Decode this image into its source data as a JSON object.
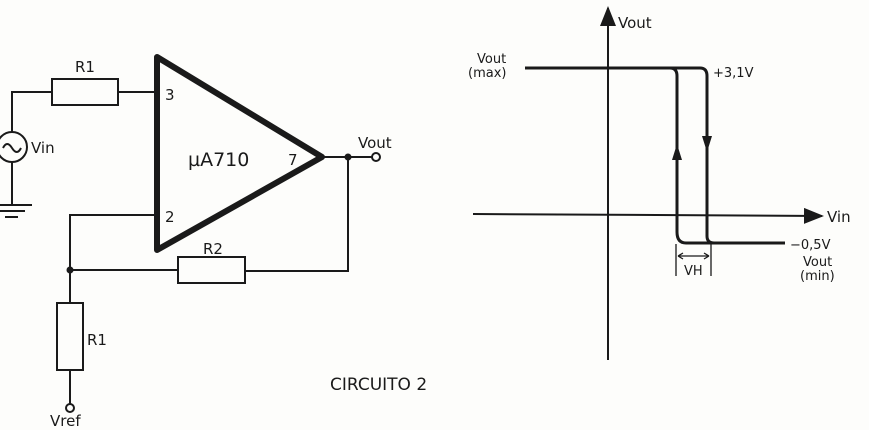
{
  "circuit": {
    "title": "CIRCUITO 2",
    "opamp": "µA710",
    "pin_noninv": "3",
    "pin_inv": "2",
    "pin_out": "7",
    "r_input": "R1",
    "r_feedback": "R2",
    "r_ref": "R1",
    "vin": "Vin",
    "vout": "Vout",
    "vref": "Vref"
  },
  "graph": {
    "y_axis": "Vout",
    "x_axis": "Vin",
    "vmax_label": "Vout",
    "vmax_sub": "(max)",
    "vmax_value": "+3,1V",
    "vmin_value": "−0,5V",
    "vmin_label": "Vout",
    "vmin_sub": "(min)",
    "hysteresis": "VH"
  }
}
